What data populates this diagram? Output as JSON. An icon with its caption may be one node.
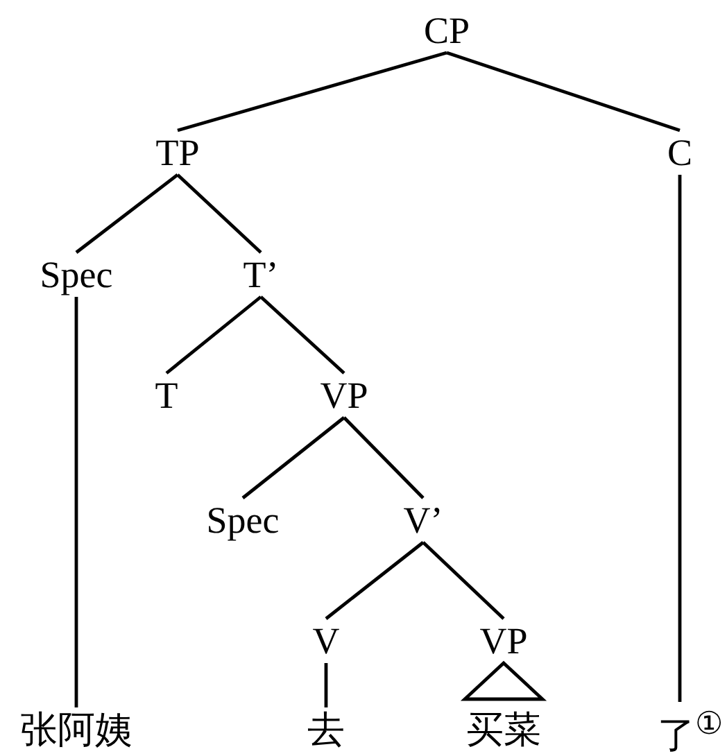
{
  "diagram": {
    "nodes": [
      {
        "text": [
          "CP"
        ]
      },
      {
        "text": [
          "TP"
        ]
      },
      {
        "text": [
          "C"
        ]
      },
      {
        "text": [
          "Spec"
        ]
      },
      {
        "text": [
          "T’"
        ]
      },
      {
        "text": [
          "T"
        ]
      },
      {
        "text": [
          "VP"
        ]
      },
      {
        "text": [
          "Spec"
        ]
      },
      {
        "text": [
          "V’"
        ]
      },
      {
        "text": [
          "V"
        ]
      },
      {
        "text": [
          "VP"
        ]
      },
      {
        "text": [
          "张阿姨"
        ]
      },
      {
        "text": [
          "去"
        ]
      },
      {
        "text": [
          "买菜"
        ]
      },
      {
        "text": [
          "了$^{①}$"
        ]
      }
    ],
    "edges": [
      {
        "from": 0,
        "to": 1,
        "arrow": "none"
      },
      {
        "from": 0,
        "to": 2,
        "arrow": "none"
      },
      {
        "from": 1,
        "to": 3,
        "arrow": "none"
      },
      {
        "from": 1,
        "to": 4,
        "arrow": "none"
      },
      {
        "from": 2,
        "to": 14,
        "arrow": "none"
      },
      {
        "from": 3,
        "to": 11,
        "arrow": "none"
      },
      {
        "from": 4,
        "to": 5,
        "arrow": "none"
      },
      {
        "from": 4,
        "to": 6,
        "arrow": "none"
      },
      {
        "from": 6,
        "to": 7,
        "arrow": "none"
      },
      {
        "from": 6,
        "to": 8,
        "arrow": "none"
      },
      {
        "from": 8,
        "to": 9,
        "arrow": "none"
      },
      {
        "from": 8,
        "to": 10,
        "arrow": "none"
      },
      {
        "from": 9,
        "to": 12,
        "arrow": "none"
      },
      {
        "from": 10,
        "to": 13,
        "arrow": "none"
      }
    ]
  }
}
